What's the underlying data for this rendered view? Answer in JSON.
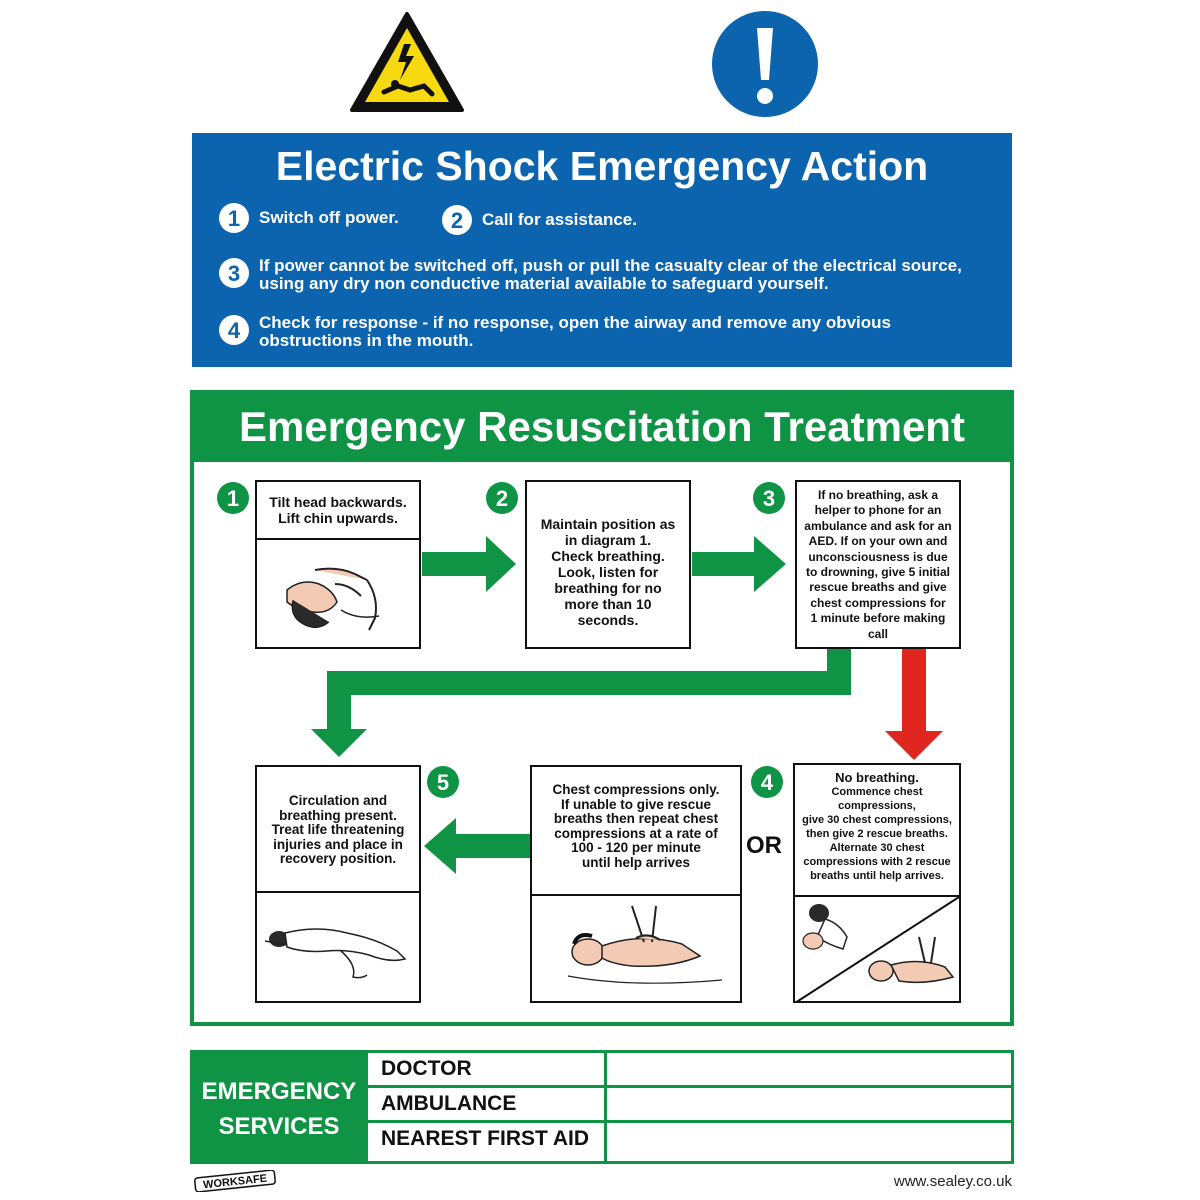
{
  "header": {
    "warning_icon": "electric-shock-warning-triangle",
    "mandatory_icon": "exclamation-mandatory-circle"
  },
  "electric_shock": {
    "title": "Electric Shock Emergency Action",
    "steps": [
      {
        "num": "1",
        "text": "Switch off power."
      },
      {
        "num": "2",
        "text": "Call for assistance."
      },
      {
        "num": "3",
        "line1": "If power cannot be switched off, push or pull the casualty clear of the electrical source,",
        "line2": "using any dry non conductive material available to safeguard yourself."
      },
      {
        "num": "4",
        "line1": "Check for response - if no response, open the airway and remove any obvious",
        "line2": "obstructions in the mouth."
      }
    ]
  },
  "resuscitation": {
    "title": "Emergency Resuscitation Treatment",
    "step1": {
      "num": "1",
      "lines": [
        "Tilt head backwards.",
        "Lift chin upwards."
      ]
    },
    "step2": {
      "num": "2",
      "lines": [
        "Maintain position as",
        "in diagram 1.",
        "Check breathing.",
        "Look, listen for",
        "breathing for no",
        "more than 10",
        "seconds."
      ]
    },
    "step3": {
      "num": "3",
      "lines": [
        "If no breathing, ask a",
        "helper to phone for an",
        "ambulance and ask for an",
        "AED. If on your own and",
        "unconsciousness is due",
        "to drowning, give 5 initial",
        "rescue breaths and give",
        "chest compressions for",
        "1 minute before making",
        "call"
      ]
    },
    "step4": {
      "num": "4",
      "heading": "No breathing.",
      "lines": [
        "Commence chest",
        "compressions,",
        "give 30 chest compressions,",
        "then give 2 rescue breaths.",
        "Alternate 30 chest",
        "compressions with 2 rescue",
        "breaths until help arrives."
      ]
    },
    "compressions": {
      "heading": "Chest compressions only.",
      "lines": [
        "If unable to give rescue",
        "breaths then repeat chest",
        "compressions at a rate of",
        "100 - 120 per minute",
        "until help arrives"
      ]
    },
    "step5": {
      "num": "5",
      "lines": [
        "Circulation and",
        "breathing present.",
        "Treat life threatening",
        "injuries and place in",
        "recovery position."
      ]
    },
    "or_label": "OR",
    "colors": {
      "green": "#0f9446",
      "red": "#e0261f",
      "blue": "#0b64ad"
    }
  },
  "services": {
    "label_line1": "EMERGENCY",
    "label_line2": "SERVICES",
    "rows": [
      "DOCTOR",
      "AMBULANCE",
      "NEAREST FIRST AID"
    ]
  },
  "footer": {
    "logo_text": "WORKSAFE",
    "url": "www.sealey.co.uk"
  }
}
